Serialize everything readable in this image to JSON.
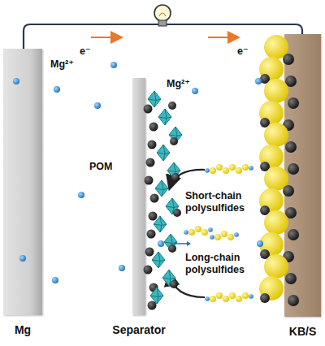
{
  "diagram": {
    "nodes": [
      {
        "text": [
          "Mg"
        ]
      },
      {
        "text": [
          "Separator"
        ]
      },
      {
        "text": [
          "KB/S"
        ]
      }
    ],
    "labels": [
      "e⁻",
      "e⁻",
      "Mg²⁺",
      "Mg²⁺",
      "POM",
      "Short-chain polysulfides",
      "Long-chain polysulfides"
    ]
  }
}
